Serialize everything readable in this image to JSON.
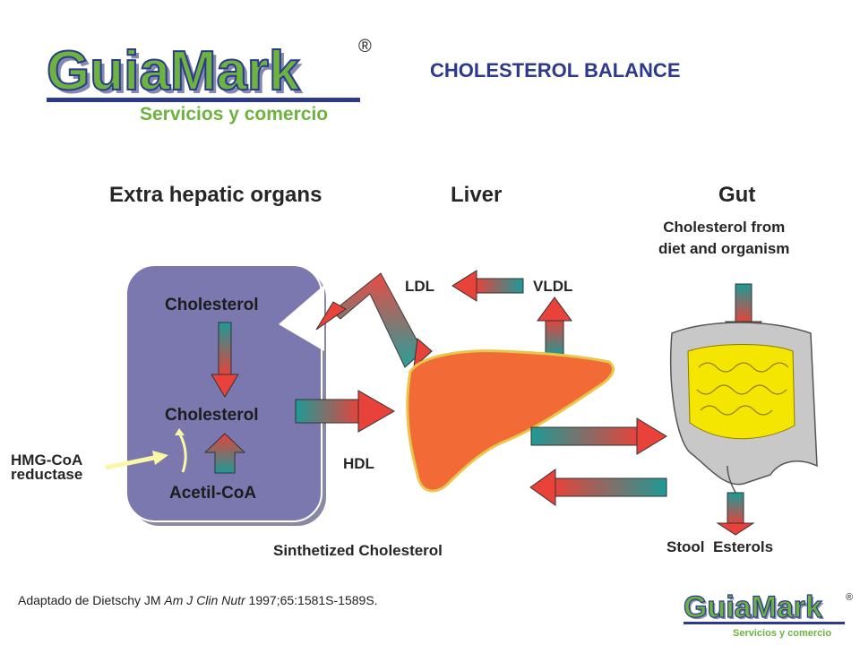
{
  "logo_top": {
    "brand": "GuiaMark",
    "registered": "®",
    "tagline": "Servicios y comercio"
  },
  "logo_bottom": {
    "brand": "GuiaMark",
    "registered": "®",
    "tagline": "Servicios y comercio"
  },
  "title": "CHOLESTEROL BALANCE",
  "sections": {
    "extra_hepatic": "Extra hepatic organs",
    "liver": "Liver",
    "gut": "Gut"
  },
  "box": {
    "cholesterol_top": "Cholesterol",
    "cholesterol_mid": "Cholesterol",
    "acetil_coa": "Acetil-CoA"
  },
  "labels": {
    "hmg_coa_line1": "HMG-CoA",
    "hmg_coa_line2": "reductase",
    "ldl": "LDL",
    "vldl": "VLDL",
    "hdl": "HDL",
    "diet_line1": "Cholesterol from",
    "diet_line2": "diet and organism",
    "stool": "Stool  Esterols",
    "synthetized": "Sinthetized Cholesterol"
  },
  "citation": {
    "prefix": "Adaptado de Dietschy JM ",
    "journal": "Am J Clin Nutr",
    "suffix": " 1997;65:1581S-1589S."
  },
  "colors": {
    "brand_green": "#6db33f",
    "brand_blue": "#2d3a8c",
    "box_fill": "#7b78b0",
    "liver": "#f26a35",
    "arrow_red": "#e8423a",
    "arrow_teal": "#1e9a96",
    "intestine_yellow": "#f4e600",
    "intestine_gray": "#c8c8c8"
  }
}
